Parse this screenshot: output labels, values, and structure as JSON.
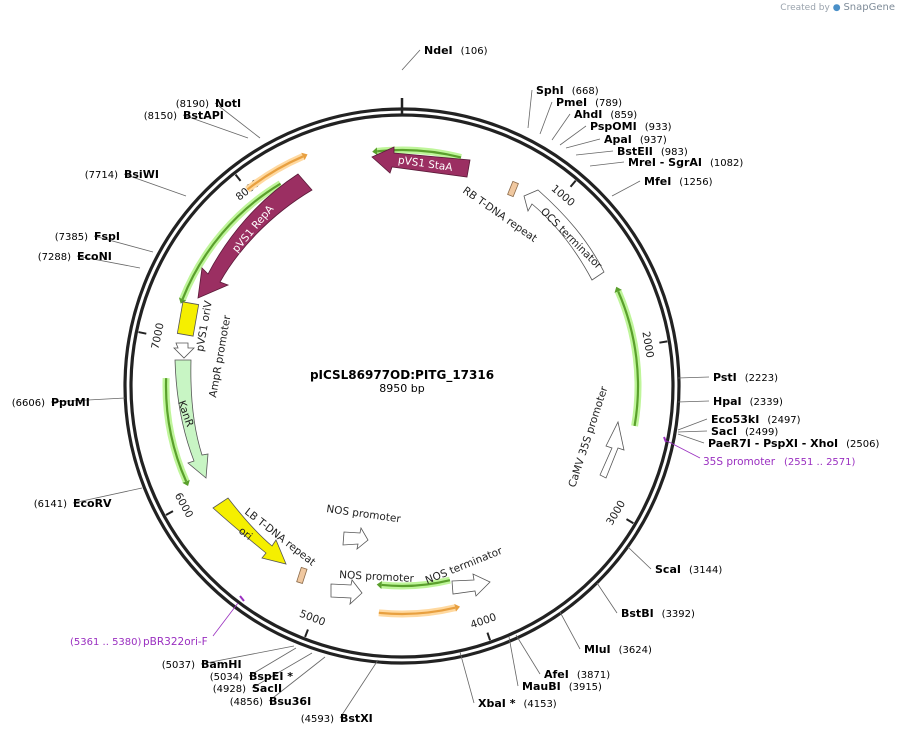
{
  "watermark": {
    "prefix": "Created by",
    "brand": "SnapGene"
  },
  "plasmid": {
    "name": "pICSL86977OD:PITG_17316",
    "length_label": "8950 bp",
    "length": 8950
  },
  "colors": {
    "backbone": "#222222",
    "orf_magenta": "#9b2f62",
    "ori_yellow": "#f5ef00",
    "kanr_green": "#c8f5c4",
    "promoter_white": "#ffffff",
    "repeat_tan": "#f0c8a0",
    "green_arc": "#5aa02c",
    "orange_arc": "#e8a040",
    "primer": "#9a2fc0"
  },
  "ticks": [
    {
      "pos": 1000,
      "label": "1000"
    },
    {
      "pos": 2000,
      "label": "2000"
    },
    {
      "pos": 3000,
      "label": "3000"
    },
    {
      "pos": 4000,
      "label": "4000"
    },
    {
      "pos": 5000,
      "label": "5000"
    },
    {
      "pos": 6000,
      "label": "6000"
    },
    {
      "pos": 7000,
      "label": "7000"
    },
    {
      "pos": 8000,
      "label": "8000"
    }
  ],
  "sites": [
    {
      "name": "NdeI",
      "pos_label": "(106)"
    },
    {
      "name": "SphI",
      "pos_label": "(668)"
    },
    {
      "name": "PmeI",
      "pos_label": "(789)"
    },
    {
      "name": "AhdI",
      "pos_label": "(859)"
    },
    {
      "name": "PspOMI",
      "pos_label": "(933)"
    },
    {
      "name": "ApaI",
      "pos_label": "(937)"
    },
    {
      "name": "BstEII",
      "pos_label": "(983)"
    },
    {
      "name": "MreI - SgrAI",
      "pos_label": "(1082)"
    },
    {
      "name": "MfeI",
      "pos_label": "(1256)"
    },
    {
      "name": "PstI",
      "pos_label": "(2223)"
    },
    {
      "name": "HpaI",
      "pos_label": "(2339)"
    },
    {
      "name": "Eco53kI",
      "pos_label": "(2497)"
    },
    {
      "name": "SacI",
      "pos_label": "(2499)"
    },
    {
      "name": "PaeR7I - PspXI - XhoI",
      "pos_label": "(2506)"
    },
    {
      "name": "ScaI",
      "pos_label": "(3144)"
    },
    {
      "name": "BstBI",
      "pos_label": "(3392)"
    },
    {
      "name": "MluI",
      "pos_label": "(3624)"
    },
    {
      "name": "AfeI",
      "pos_label": "(3871)"
    },
    {
      "name": "MauBI",
      "pos_label": "(3915)"
    },
    {
      "name": "XbaI *",
      "pos_label": "(4153)"
    },
    {
      "name": "BstXI",
      "pos_label": "(4593)"
    },
    {
      "name": "Bsu36I",
      "pos_label": "(4856)"
    },
    {
      "name": "SacII",
      "pos_label": "(4928)"
    },
    {
      "name": "BspEI *",
      "pos_label": "(5034)"
    },
    {
      "name": "BamHI",
      "pos_label": "(5037)"
    },
    {
      "name": "EcoRV",
      "pos_label": "(6141)"
    },
    {
      "name": "PpuMI",
      "pos_label": "(6606)"
    },
    {
      "name": "EcoNI",
      "pos_label": "(7288)"
    },
    {
      "name": "FspI",
      "pos_label": "(7385)"
    },
    {
      "name": "BsiWI",
      "pos_label": "(7714)"
    },
    {
      "name": "BstAPI",
      "pos_label": "(8150)"
    },
    {
      "name": "NotI",
      "pos_label": "(8190)"
    }
  ],
  "features": [
    {
      "name": "pVS1 StaA"
    },
    {
      "name": "pVS1 RepA"
    },
    {
      "name": "RB T-DNA repeat"
    },
    {
      "name": "OCS terminator"
    },
    {
      "name": "pVS1 oriV"
    },
    {
      "name": "AmpR promoter"
    },
    {
      "name": "KanR"
    },
    {
      "name": "CaMV 35S promoter"
    },
    {
      "name": "LB T-DNA repeat"
    },
    {
      "name": "ori"
    },
    {
      "name": "NOS promoter"
    },
    {
      "name": "NOS promoter"
    },
    {
      "name": "NOS terminator"
    }
  ],
  "primers": [
    {
      "name": "35S promoter",
      "range": "(2551 .. 2571)"
    },
    {
      "name": "pBR322ori-F",
      "range": "(5361 .. 5380)"
    }
  ]
}
